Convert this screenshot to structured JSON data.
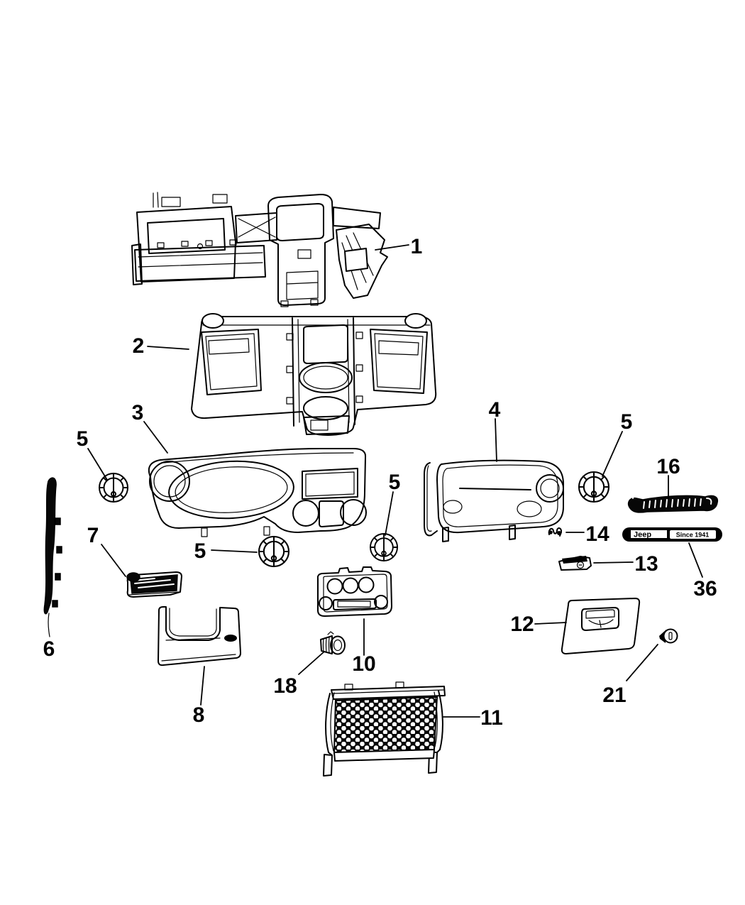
{
  "diagram": {
    "background_color": "#ffffff",
    "line_color": "#000000"
  },
  "badge": {
    "brand": "Jeep",
    "tagline": "Since 1941"
  },
  "callouts": {
    "c1": "1",
    "c2": "2",
    "c3": "3",
    "c4": "4",
    "c5a": "5",
    "c5b": "5",
    "c5c": "5",
    "c5d": "5",
    "c6": "6",
    "c7": "7",
    "c8": "8",
    "c10": "10",
    "c11": "11",
    "c12": "12",
    "c13": "13",
    "c14": "14",
    "c16": "16",
    "c18": "18",
    "c21": "21",
    "c36": "36"
  }
}
